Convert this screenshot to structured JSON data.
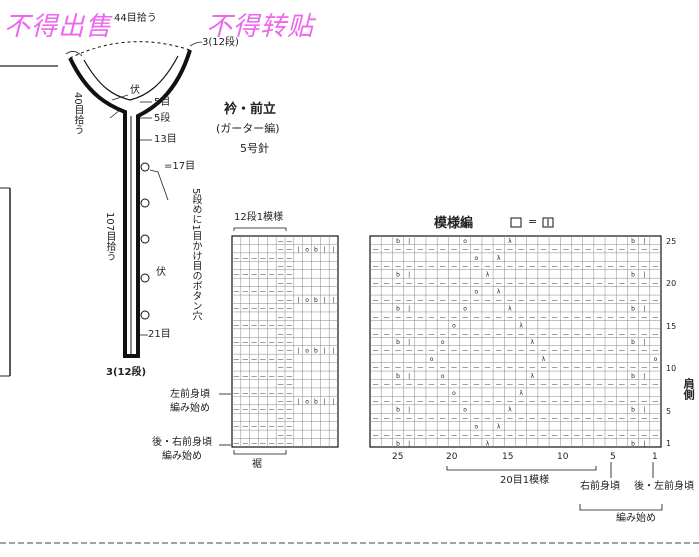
{
  "watermark": {
    "left": "不得出售",
    "right": "不得转贴",
    "color": "#ee66ee"
  },
  "collar": {
    "top_pickup": "44目拾う",
    "top_rows": "3(12段)",
    "bind_off_1": "伏",
    "stitch_5": "5目",
    "rows_5": "5段",
    "stitch_13": "13目",
    "stitch_17": "=17目",
    "left_pickup": "40目拾う",
    "side_pickup": "107目拾う",
    "buttonhole_note": "5段めに1目かけ目のボタン穴",
    "bind_off_2": "伏",
    "stitch_21": "21目",
    "bottom_rows": "3(12段)"
  },
  "header": {
    "title": "衿・前立",
    "subtitle": "(ガーター編)",
    "needle": "5号針"
  },
  "left_chart": {
    "repeat_label": "12段1模様",
    "hem_label": "裾"
  },
  "main_chart": {
    "title": "模様編",
    "legend_eq": "=",
    "row_numbers": [
      "25",
      "20",
      "15",
      "10",
      "5",
      "1"
    ],
    "col_numbers": [
      "25",
      "20",
      "15",
      "10",
      "5",
      "1"
    ],
    "repeat_label": "20目1模様",
    "right_front": "右前身頃",
    "back_left_front": "後・左前身頃",
    "start_label": "編み始め",
    "shoulder_side": "肩側"
  },
  "left_notes": {
    "left_front_line1": "左前身頃",
    "left_front_line2": "編み始め",
    "back_right_line1": "後・右前身頃",
    "back_right_line2": "編み始め"
  },
  "symbols": [
    "|",
    "o",
    "b",
    "λ",
    "—"
  ]
}
